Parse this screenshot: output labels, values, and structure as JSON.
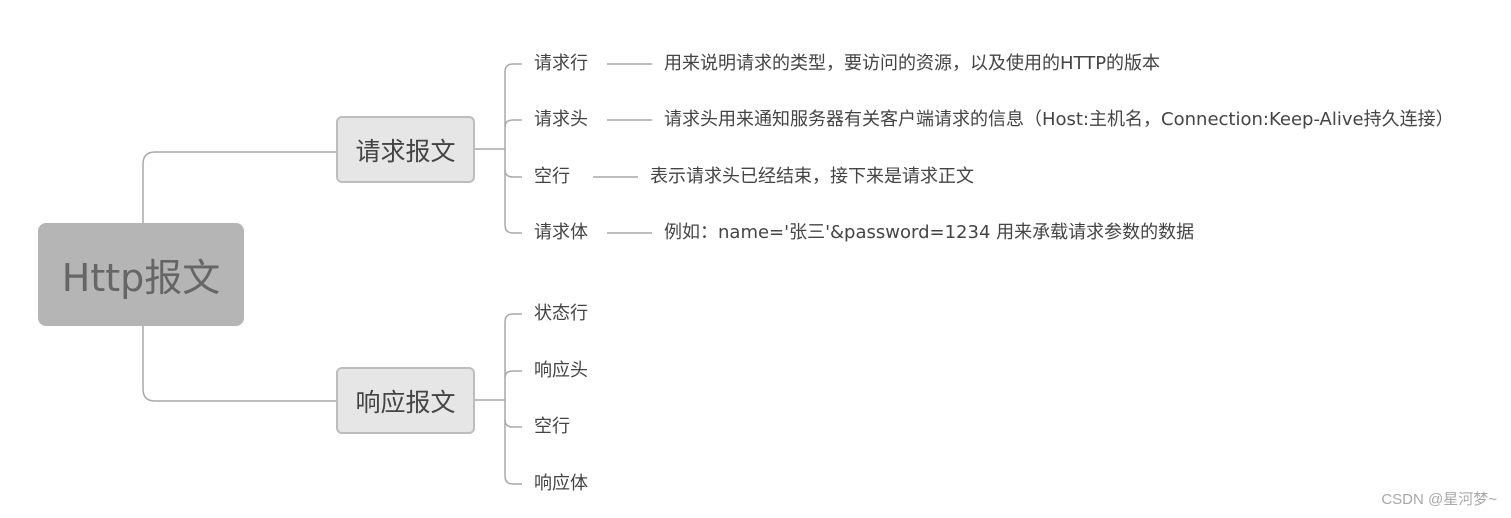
{
  "mindmap": {
    "root": {
      "label": "Http报文"
    },
    "branches": [
      {
        "label": "请求报文",
        "children": [
          {
            "label": "请求行",
            "description": "用来说明请求的类型，要访问的资源，以及使用的HTTP的版本"
          },
          {
            "label": "请求头",
            "description": "请求头用来通知服务器有关客户端请求的信息（Host:主机名，Connection:Keep-Alive持久连接）"
          },
          {
            "label": "空行",
            "description": "表示请求头已经结束，接下来是请求正文"
          },
          {
            "label": "请求体",
            "description": "例如：name='张三'&password=1234  用来承载请求参数的数据"
          }
        ]
      },
      {
        "label": "响应报文",
        "children": [
          {
            "label": "状态行"
          },
          {
            "label": "响应头"
          },
          {
            "label": "空行"
          },
          {
            "label": "响应体"
          }
        ]
      }
    ]
  },
  "colors": {
    "root_fill": "#b5b5b5",
    "root_text": "#666666",
    "sub_fill": "#e6e6e6",
    "sub_border": "#bdbdbd",
    "line": "#a9a9a9",
    "text": "#444444"
  },
  "watermark": "CSDN @星河梦~"
}
